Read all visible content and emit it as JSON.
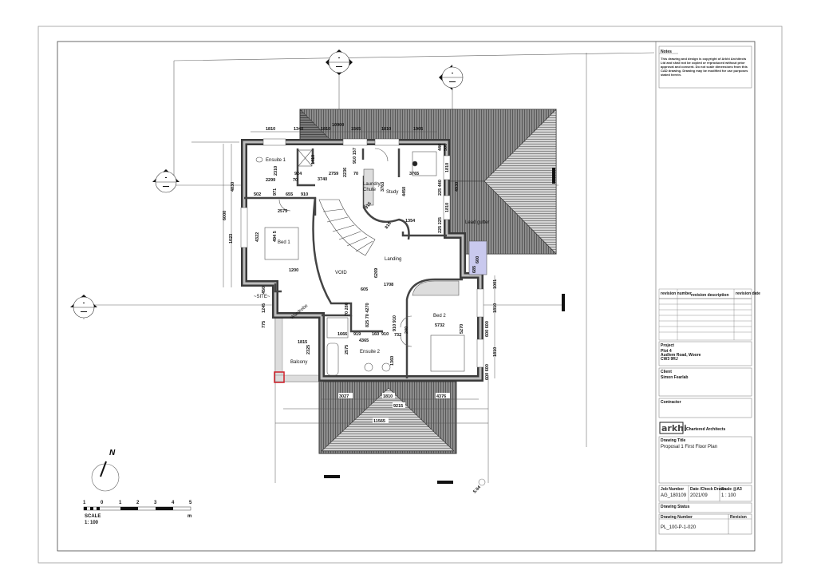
{
  "title_block": {
    "notes_label": "Notes",
    "notes_text": [
      "This drawing and design is copyright of Arkhi Architects",
      "Ltd and shall not be copied or reproduced without prior",
      "approval and consent. Do not scale dimensions from this",
      "CAD drawing. Drawing may be modified for use purposes",
      "stated herein."
    ],
    "revision_headers": [
      "revision number",
      "revision description",
      "revision date"
    ],
    "project_label": "Project",
    "project_lines": [
      "Plot 4",
      "Audlem Road, Woore",
      "CW3 9RJ"
    ],
    "client_label": "Client",
    "client_name": "Simon Fearlab",
    "contractor_label": "Contractor",
    "logo_text": "arkhi",
    "firm_name": "Chartered Architects",
    "drawing_title_label": "Drawing Title",
    "drawing_title": "Proposal 1 First Floor Plan",
    "job_number_label": "Job Number",
    "job_number": "AG_180109",
    "date_label": "Date /Check Drawn",
    "date": "2021/09",
    "scale_label": "Scale @A3",
    "scale": "1 : 100",
    "status_label": "Drawing Status",
    "drawing_number_label": "Drawing Number",
    "drawing_number": "PL_100-P-1-020",
    "revision_label": "Revision"
  },
  "rooms": {
    "ensuite1": "Ensuite 1",
    "laundry": "Laundry",
    "chute": "Chute",
    "study": "Study",
    "bed1": "Bed 1",
    "void": "VOID",
    "landing": "Landing",
    "bed2": "Bed 2",
    "ensuite2": "Ensuite 2",
    "balcony": "Balcony",
    "wardrobe": "Wardrobe",
    "lead_gutter": "Lead gutter",
    "site": "~SITE~"
  },
  "dimensions": {
    "top": [
      "10900",
      "1810",
      "1340",
      "1810",
      "1565",
      "1810",
      "1905"
    ],
    "left": [
      "4830",
      "6000",
      "1023",
      "4322",
      "494 5"
    ],
    "interior": [
      "2310",
      "2299",
      "924",
      "70",
      "3740",
      "2759",
      "2236",
      "70",
      "3765",
      "910 157",
      "1410",
      "3763",
      "4450",
      "1354",
      "915",
      "818",
      "502",
      "971",
      "655",
      "910",
      "2575",
      "1200",
      "6269",
      "605",
      "1708",
      "5732",
      "5270",
      "1666",
      "4365",
      "919",
      "160",
      "910",
      "732",
      "2575",
      "1360",
      "1815",
      "2325",
      "1245",
      "450",
      "775",
      "70 280",
      "825 70 4270",
      "910 910",
      "240"
    ],
    "right": [
      "440",
      "500",
      "1810",
      "4930",
      "225 440",
      "1810",
      "225 225",
      "600",
      "685",
      "1001",
      "1810",
      "600 600",
      "1810",
      "600 600"
    ],
    "bottom": [
      "3027",
      "1810",
      "4376",
      "9215",
      "11565"
    ],
    "level": "5.04"
  },
  "scale_bar": {
    "ticks": [
      "1",
      "0",
      "1",
      "2",
      "3",
      "4",
      "5"
    ],
    "unit": "m",
    "label": "SCALE",
    "ratio": "1: 100"
  },
  "north_label": "N",
  "colors": {
    "roof_dark": "#6f6f6f",
    "roof_light": "#cfcfcf",
    "wall": "#3a3a3a",
    "window_highlight": "#c9c9ee",
    "marker_red": "#d0202a"
  }
}
